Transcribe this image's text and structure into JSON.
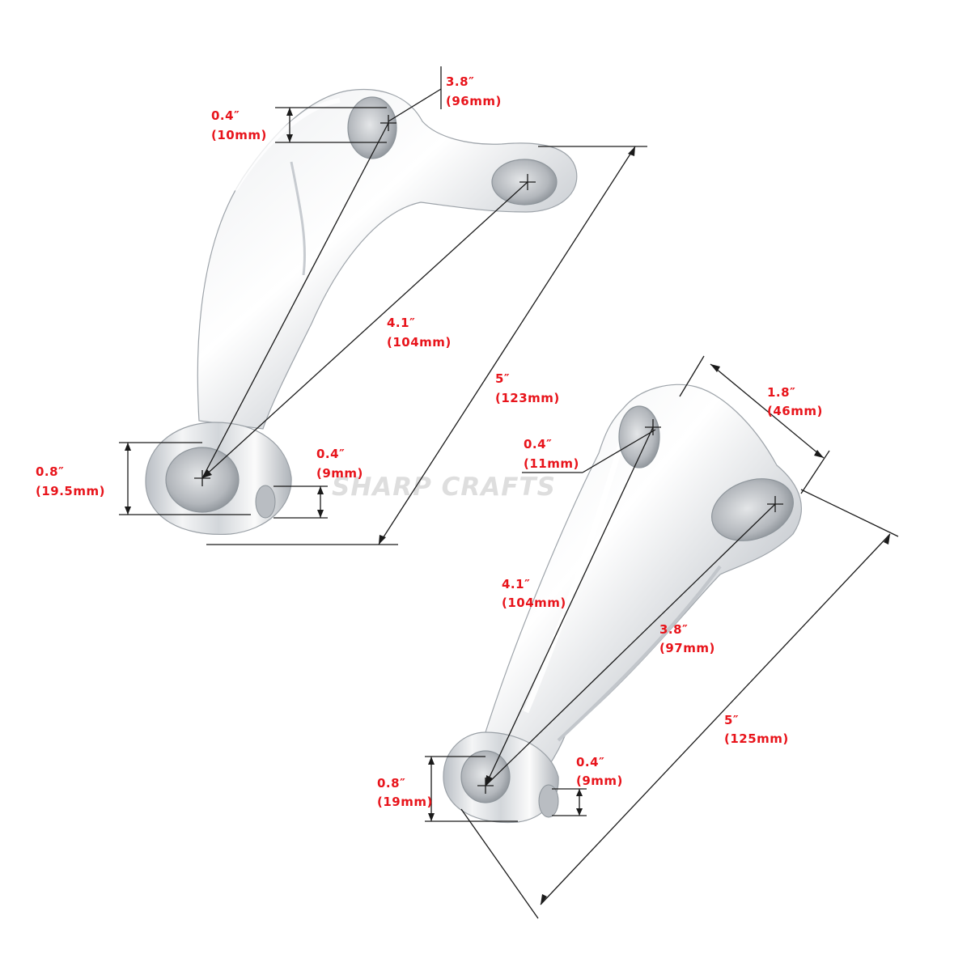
{
  "watermark": "SHARP CRAFTS",
  "colors": {
    "dimension_text": "#e8141b",
    "line": "#1a1a1a",
    "chrome": "#d7dbe0"
  },
  "left_part": {
    "top_hole_offset": {
      "in": "3.8″",
      "mm": "(96mm)"
    },
    "top_bore_depth": {
      "in": "0.4″",
      "mm": "(10mm)"
    },
    "diagonal": {
      "in": "4.1″",
      "mm": "(104mm)"
    },
    "overall": {
      "in": "5″",
      "mm": "(123mm)"
    },
    "clamp_height": {
      "in": "0.8″",
      "mm": "(19.5mm)"
    },
    "clamp_slot": {
      "in": "0.4″",
      "mm": "(9mm)"
    }
  },
  "right_part": {
    "top_width": {
      "in": "1.8″",
      "mm": "(46mm)"
    },
    "top_bore": {
      "in": "0.4″",
      "mm": "(11mm)"
    },
    "diagonal_left": {
      "in": "4.1″",
      "mm": "(104mm)"
    },
    "diagonal_right": {
      "in": "3.8″",
      "mm": "(97mm)"
    },
    "overall": {
      "in": "5″",
      "mm": "(125mm)"
    },
    "clamp_slot": {
      "in": "0.4″",
      "mm": "(9mm)"
    },
    "clamp_height": {
      "in": "0.8″",
      "mm": "(19mm)"
    }
  }
}
